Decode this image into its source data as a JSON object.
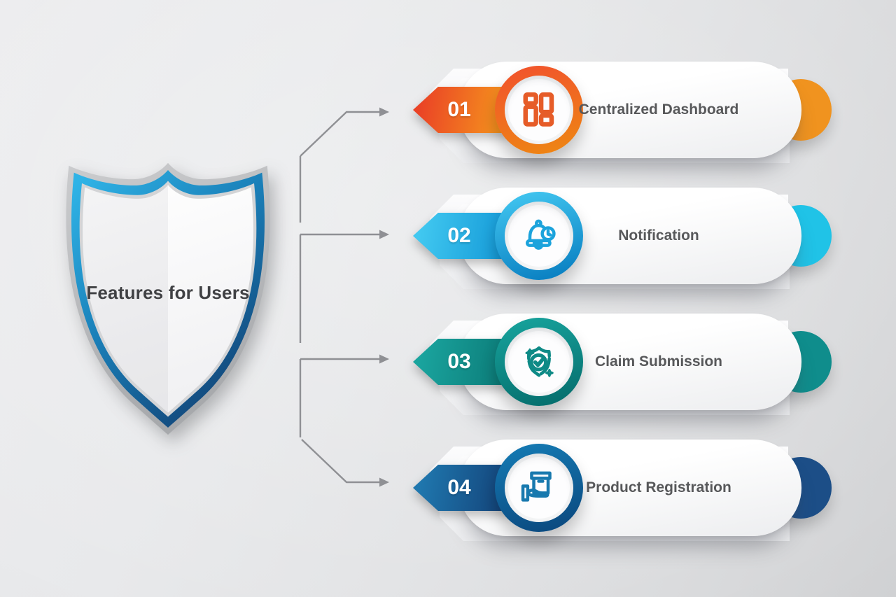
{
  "shield": {
    "label": "Features for Users",
    "outline_color": "#b9bbbe",
    "blue_gradient": [
      "#2fb3e6",
      "#1a7fb8",
      "#123e70"
    ]
  },
  "connector_color": "#8f9094",
  "label_text_color": "#57585a",
  "rows": [
    {
      "num": "01",
      "label": "Centralized Dashboard",
      "icon": "dashboard-grid-icon",
      "arrow_from": "#ea4326",
      "arrow_to": "#f7a21c",
      "ring_from": "#f1552b",
      "ring_to": "#ee8414",
      "icon_color": "#e65c28",
      "cap": "#f0931f"
    },
    {
      "num": "02",
      "label": "Notification",
      "icon": "bell-clock-icon",
      "arrow_from": "#41c8f0",
      "arrow_to": "#0e93d4",
      "ring_from": "#3fc3ee",
      "ring_to": "#0a80c2",
      "icon_color": "#1ba3dc",
      "cap": "#20c3e7"
    },
    {
      "num": "03",
      "label": "Claim Submission",
      "icon": "shield-check-icon",
      "arrow_from": "#1aa49e",
      "arrow_to": "#0a7673",
      "ring_from": "#16a09a",
      "ring_to": "#066f6e",
      "icon_color": "#0e8a86",
      "cap": "#0f8d8c"
    },
    {
      "num": "04",
      "label": "Product Registration",
      "icon": "hand-box-icon",
      "arrow_from": "#1f77ae",
      "arrow_to": "#123d73",
      "ring_from": "#1478b1",
      "ring_to": "#0b4a80",
      "icon_color": "#1879ae",
      "cap": "#1c4e87"
    }
  ]
}
